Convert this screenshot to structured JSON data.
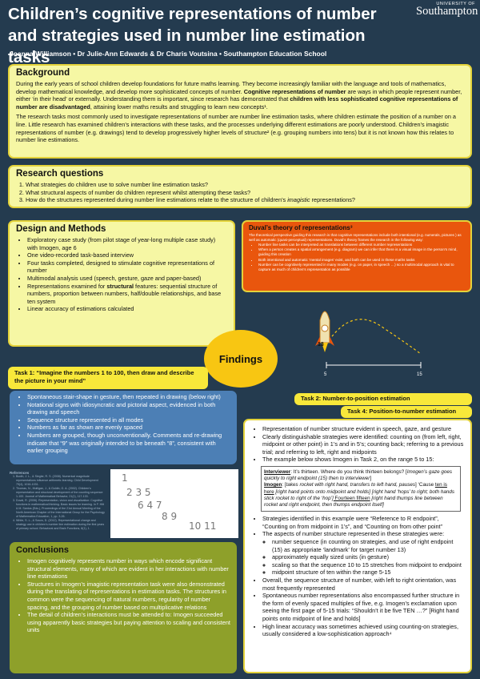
{
  "title": "Children’s cognitive representations of number and strategies used in number line estimation tasks",
  "authors": "Joanna Williamson • Dr Julie-Ann Edwards & Dr Charis Voutsina • Southampton Education School",
  "logo": {
    "top": "UNIVERSITY OF",
    "name": "Southampton"
  },
  "background": {
    "heading": "Background",
    "p1a": "During the early years of school children develop foundations for future maths learning. They become increasingly familiar with the language and tools of mathematics, develop mathematical knowledge, and develop more sophisticated concepts of number. ",
    "p1b": "Cognitive representations of number",
    "p1c": " are ways in which people represent number, either ‘in their head’ or externally. Understanding them is important, since research has demonstrated that ",
    "p1d": "children with less sophisticated cognitive representations of number are disadvantaged",
    "p1e": ", attaining lower maths results and struggling to learn new concepts¹.",
    "p2": "The research tasks most commonly used to investigate representations of number are number line estimation tasks, where children estimate the position of a number on a line. Little research has examined children’s interactions with these tasks, and the processes underlying different estimations are poorly understood. Children’s imagistic representations of number (e.g. drawings) tend to develop progressively higher levels of structure² (e.g. grouping numbers into tens) but it is not known how this relates to number line estimations."
  },
  "research": {
    "heading": "Research questions",
    "q1": "What strategies do children use to solve number line estimation tasks?",
    "q2": "What structural aspects of number do children represent whilst attempting these tasks?",
    "q3a": "How do the structures represented during number line estimations relate to the structure of children’s ",
    "q3b": "imagistic",
    "q3c": " representations?"
  },
  "design": {
    "heading": "Design and Methods",
    "items": [
      "Exploratory case study (from pilot stage of year-long multiple case study) with Imogen, age 6",
      "One video-recorded task-based interview",
      "Four tasks completed, designed to stimulate cognitive representations of number",
      "Multimodal analysis used (speech, gesture, gaze and paper-based)"
    ],
    "item5a": "Representations examined for ",
    "item5b": "structural",
    "item5c": " features: sequential structure of numbers, proportion between numbers, half/double relationships, and base ten system",
    "item6": "Linear accuracy of estimations calculated"
  },
  "duval": {
    "heading": "Duval’s theory of representations³",
    "intro": "The theoretical perspective guiding this research is that cognitive representations include both intentional (e.g. numerals, pictures ) as well as automatic (quasi-perceptual) representations. Duval’s theory frames the research in the following way:",
    "items": [
      "Number line tasks can be interpreted as translations between different number representations",
      "When a person creates a spatial arrangement (e.g. diagram) we can infer that there is a visual image in the person’s mind, guiding this creation",
      "Both intentional and automatic ‘mental images’ exist, and both can be used in these maths tasks",
      "Number can be cognitively represented in many modes (e.g. on paper, in speech …) so a multimodal approach is vital to capture as much of children’s representation as possible"
    ]
  },
  "rocket": {
    "number": "13",
    "left": "5",
    "right": "15"
  },
  "findings": "Findings",
  "task1": {
    "label": "Task 1: “Imagine the numbers 1 to 100, then draw and describe the picture in your mind”",
    "items": [
      "Spontaneous stair-shape in gesture, then repeated in drawing (below right)",
      "Notational signs with idiosyncratic and pictorial aspect, evidenced in both drawing and speech",
      "Sequence structure represented in all modes",
      "Numbers as far as shown are evenly spaced",
      "Numbers are grouped, though unconventionally. Comments and re-drawing indicate that “9” was originally intended to be beneath “8”, consistent with earlier grouping"
    ]
  },
  "drawing": {
    "row1": "1",
    "row2": "2 3 5",
    "row3": "6 4 7",
    "row4": "8 9",
    "row5": "10 11"
  },
  "refs": {
    "heading": "References",
    "items": [
      "Booth, J. L., & Siegler, R. S. (2008). Numerical magnitude representations influence arithmetic learning. Child Development 79(4), 1016-1031.",
      "Thomas, N., Mulligan, J., & Goldin, G. A. (2002). Children’s representation and structural development of the counting sequence 1-100. Journal of Mathematical Behavior, 21(1), 117-133.",
      "Duval, R. (2006). Representation, vision and visualization: Cognitive functions in mathematical thinking. Basic issues for learning. In F. Hitt & M. Santos (Eds.), Proceedings of the 21st Annual Meeting of the North American Chapter of the International Group for the Psychology of Mathematics Education, 1, pp. 3-26.",
      "White, S. L., & Szucs, D. (2012). Representational change and strategy use in children’s number line estimation during the first years of primary school. Behavioral and Brain Functions, 8(1), 1."
    ]
  },
  "conclusions": {
    "heading": "Conclusions",
    "items": [
      "Imogen cognitively represents number in ways which encode significant structural elements, many of which are evident in her interactions with number line estimations",
      "Structures in Imogen’s imagistic representation task were also demonstrated during the translating of representations in estimation tasks. The structures in common were the sequencing of natural numbers, regularity of number spacing, and the grouping of number based on multiplicative relations",
      "The detail of children’s interactions must be attended to: Imogen succeeded using apparently basic strategies but paying attention to scaling and consistent units"
    ]
  },
  "task2": {
    "label": "Task 2: Number-to-position estimation"
  },
  "task4": {
    "label": "Task 4: Position-to-number estimation"
  },
  "tasks24": {
    "items1": [
      "Representation of number structure evident in speech, gaze, and gesture",
      "Clearly distinguishable strategies  were identified: counting on (from left, right, midpoint or other point) in 1’s and in 5’s; counting back; referring to a previous trial; and referring to left, right and midpoints",
      "The example below shows Imogen in Task 2, on the range 5 to 15:"
    ],
    "interviewer_label": "Interviewer",
    "interviewer_text": ": It’s thirteen. Where do you think thirteen belongs? [",
    "interviewer_italic": "Imogen’s gaze goes quickly to right endpoint (15) then to interviewer",
    "interviewer_end": "]",
    "imogen_label": "Imogen",
    "imogen_text": ": [",
    "imogen_italic1": "takes rocket with right hand, transfers to left hand, pauses",
    "imogen_text2": "] ‘Cause ",
    "imogen_ul1": "ten is here",
    "imogen_italic2": " [right hand points onto midpoint and holds] [right hand ‘hops’ to right; both hands stick rocket to right of the ‘hop’]",
    "imogen_ul2": " Fourteen fifteen",
    "imogen_italic3": " [right hand thumps line between rocket and right endpoint, then thumps endpoint itself]",
    "items2": [
      "Strategies identified in this example were “Reference to R endpoint”, “Counting on from midpoint in 1’s”, and “Counting on from other point”",
      "The aspects of number structure represented in these strategies were:"
    ],
    "subitems": [
      "number sequence (in counting on strategies, and use of right endpoint (15) as appropriate ‘landmark’ for target number 13)",
      "approximately equally sized units (in gesture)",
      "scaling so that the sequence 10 to 15 stretches from midpoint to endpoint",
      "midpoint structure of ten within the range 5-15"
    ],
    "items3": [
      "Overall, the sequence structure of  number, with left to right orientation, was most frequently represented",
      "Spontaneous number representations also encompassed further structure in the form of evenly spaced multiples of five, e.g. Imogen’s exclamation upon seeing the first page of 5-15 trials: “Shouldn’t it be five TEN …?” [Right hand points onto midpoint of line and holds]",
      "High linear accuracy was sometimes achieved using counting-on strategies, usually considered a low-sophistication approach⁴"
    ]
  },
  "colors": {
    "background": "#243b4f",
    "yellow": "#f6f7a4",
    "orange": "#e9560d",
    "blue": "#4c7fb5",
    "olive": "#8ea02a",
    "findings": "#f8c612"
  }
}
